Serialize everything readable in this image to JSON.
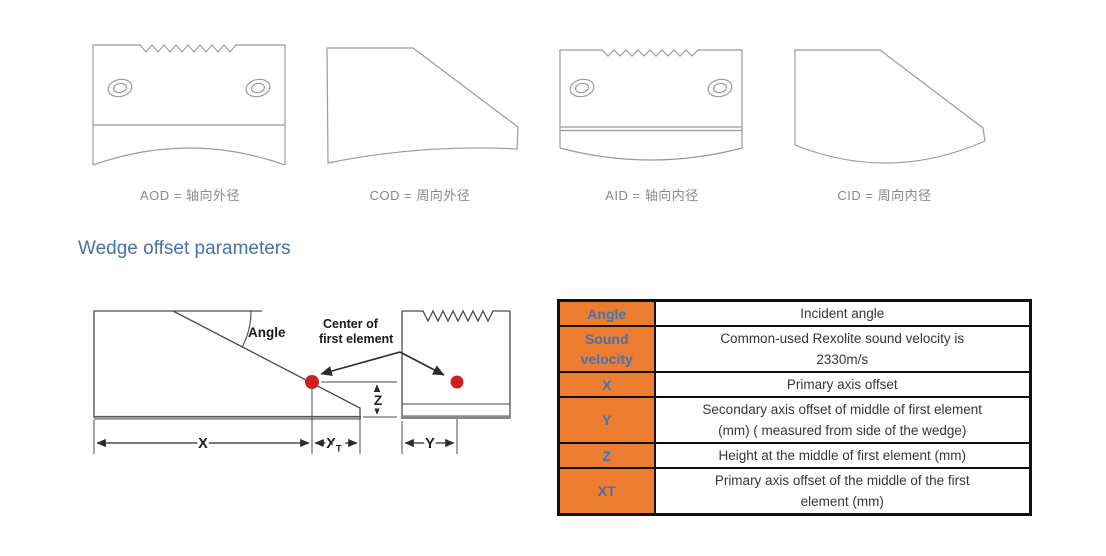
{
  "heading": "Wedge offset parameters",
  "wedge_figures": [
    {
      "label": "AOD = 轴向外径"
    },
    {
      "label": "COD = 周向外径"
    },
    {
      "label": "AID = 轴向内径"
    },
    {
      "label": "CID = 周向内径"
    }
  ],
  "diagram": {
    "angle_label": "Angle",
    "center_label_line1": "Center of",
    "center_label_line2": "first element",
    "dim_x": "X",
    "dim_xt_main": "X",
    "dim_xt_sub": "T",
    "dim_z": "Z",
    "dim_y": "Y"
  },
  "table": {
    "rows": [
      {
        "param": "Angle",
        "desc_lines": [
          "Incident angle"
        ]
      },
      {
        "param": "Sound velocity",
        "desc_lines": [
          "Common-used Rexolite sound velocity is",
          "2330m/s"
        ]
      },
      {
        "param": "X",
        "desc_lines": [
          "Primary axis offset"
        ]
      },
      {
        "param": "Y",
        "desc_lines": [
          "Secondary axis offset of middle of first element",
          "(mm) ( measured from side of the wedge)"
        ]
      },
      {
        "param": "Z",
        "desc_lines": [
          "Height at the middle of first element (mm)"
        ]
      },
      {
        "param": "XT",
        "desc_lines": [
          "Primary axis offset of the middle of the first",
          "element (mm)"
        ]
      }
    ]
  },
  "colors": {
    "table_header_bg": "#ed7d31",
    "table_header_text": "#3e74b8",
    "heading_text": "#4a70a8",
    "element_dot": "#ce2020",
    "figure_line": "#9b9b9b"
  }
}
